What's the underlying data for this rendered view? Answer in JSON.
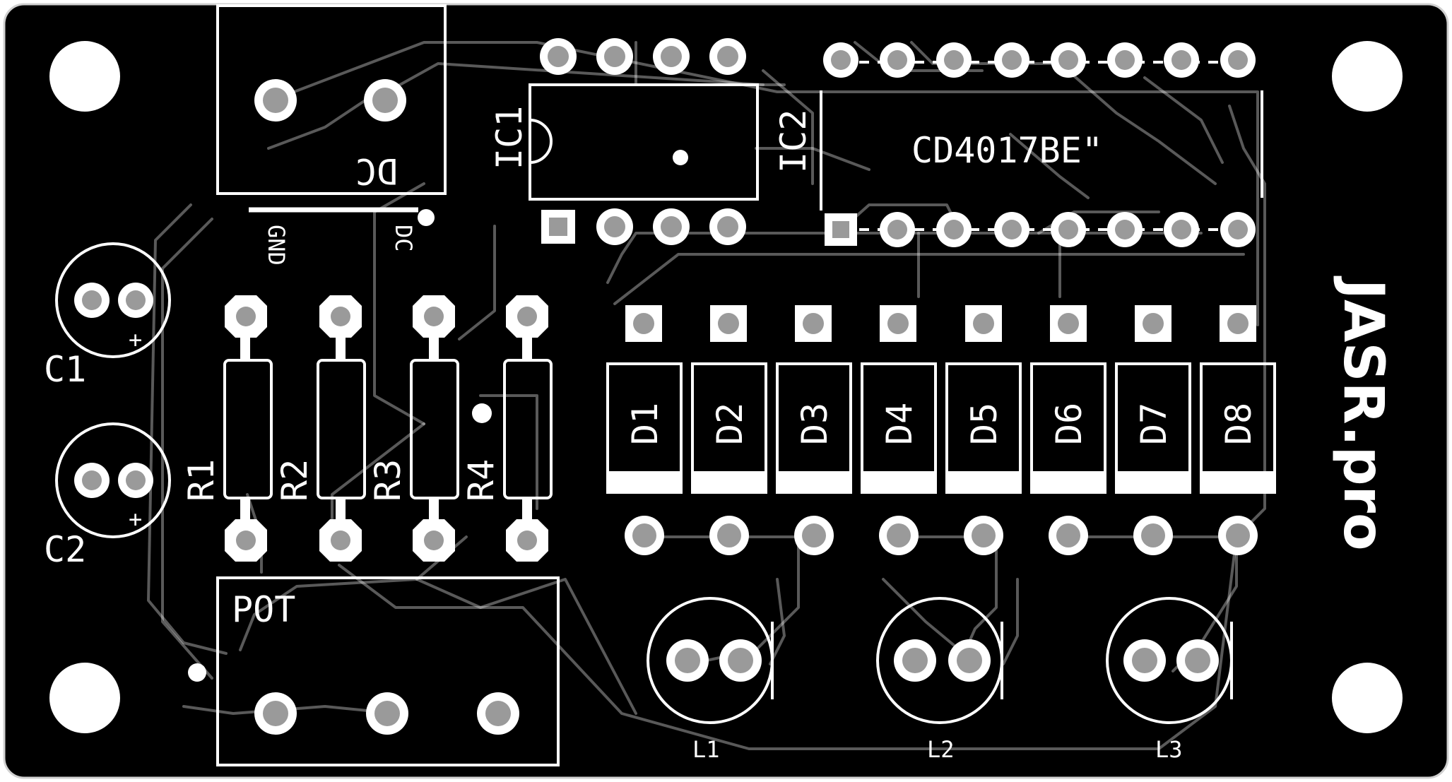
{
  "labels": {
    "dc_jack": "DC",
    "dc_pin": "DC",
    "gnd_pin": "GND",
    "ic1": "IC1",
    "ic2": "IC2",
    "ic2_part": "CD4017BE\"",
    "pot": "POT",
    "c1": "C1",
    "c2": "C2",
    "plus": "+",
    "r1": "R1",
    "r2": "R2",
    "r3": "R3",
    "r4": "R4",
    "d1": "D1",
    "d2": "D2",
    "d3": "D3",
    "d4": "D4",
    "d5": "D5",
    "d6": "D6",
    "d7": "D7",
    "d8": "D8",
    "l1": "L1",
    "l2": "L2",
    "l3": "L3",
    "brand": "JASR.pro"
  },
  "colors": {
    "board": "#000000",
    "silkscreen": "#ffffff",
    "pad_copper": "#ffffff",
    "pad_hole": "#9a9a9a"
  }
}
